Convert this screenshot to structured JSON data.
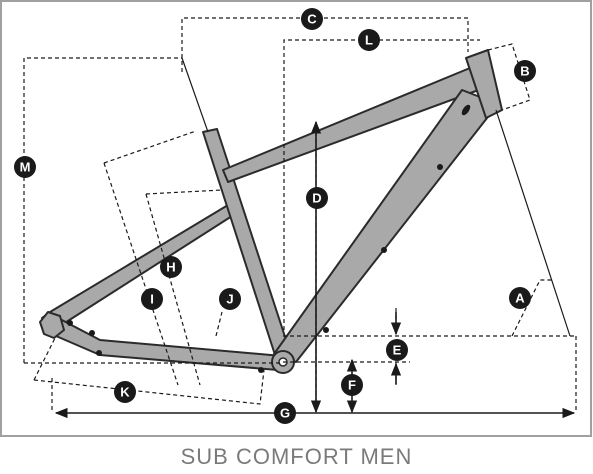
{
  "title": "SUB COMFORT MEN",
  "labels": {
    "A": "A",
    "B": "B",
    "C": "C",
    "D": "D",
    "E": "E",
    "F": "F",
    "G": "G",
    "H": "H",
    "I": "I",
    "J": "J",
    "K": "K",
    "L": "L",
    "M": "M"
  },
  "colors": {
    "frame_fill": "#a9a9a9",
    "frame_stroke": "#2b2b2b",
    "border": "#a0a0a0",
    "label_bg": "#1a1a1a",
    "caption": "#7a7a7a"
  }
}
